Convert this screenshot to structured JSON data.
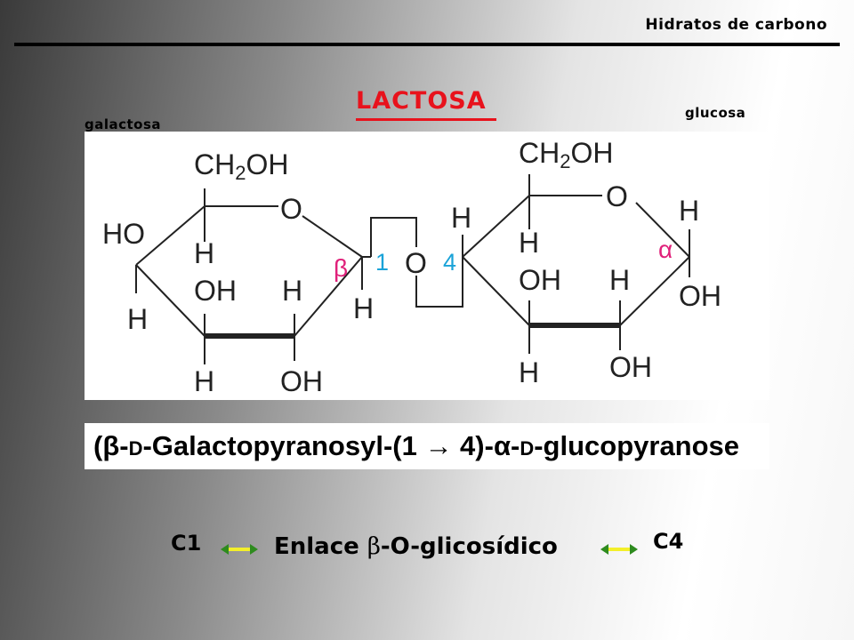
{
  "header": {
    "title": "Hidratos de carbono"
  },
  "main_title": "LACTOSA",
  "labels": {
    "galactosa": "galactosa",
    "glucosa": "glucosa"
  },
  "structure": {
    "galactose": {
      "ch2oh": "CH2OH",
      "ring_o": "O",
      "ho": "HO",
      "h_c4": "H",
      "h_c3_top": "H",
      "oh_c3": "OH",
      "h_c2": "H",
      "h_left": "H",
      "h_bottom": "H",
      "oh_bottom": "OH",
      "h_c1": "H",
      "beta": "β",
      "c1_number": "1"
    },
    "bridge_o": "O",
    "glucose": {
      "c4_number": "4",
      "ch2oh": "CH2OH",
      "ring_o": "O",
      "h_c4_top": "H",
      "h_c4": "H",
      "oh_c3": "OH",
      "h_c2": "H",
      "h_c1": "H",
      "alpha": "α",
      "oh_c1": "OH",
      "h_bottom": "H",
      "oh_bottom": "OH"
    }
  },
  "systematic_name": {
    "part1": "(β-",
    "part2": "D",
    "part3": "-Galactopyranosyl-(1 → 4)-α-",
    "part4": "D",
    "part5": "-glucopyranose"
  },
  "bottom": {
    "c1": "C1",
    "c4": "C4",
    "bond_prefix": "Enlace ",
    "bond_greek": "β",
    "bond_suffix": "-O-glicosídico"
  },
  "colors": {
    "title_red": "#e8121c",
    "magenta": "#e0207a",
    "blue": "#1aa3d8",
    "arrow_yellow": "#f3ef2a",
    "arrow_green": "#2e8b1e"
  }
}
